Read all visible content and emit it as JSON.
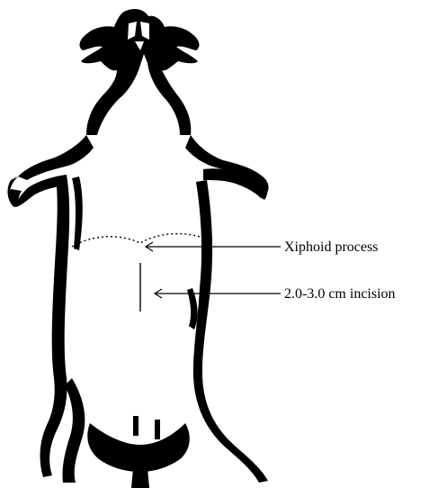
{
  "figure": {
    "subject": "supine-animal-ventral-view-outline",
    "colors": {
      "background": "#ffffff",
      "ink": "#000000"
    }
  },
  "annotations": [
    {
      "id": "xiphoid",
      "text": "Xiphoid process"
    },
    {
      "id": "incision",
      "text": "2.0-3.0 cm incision"
    }
  ]
}
